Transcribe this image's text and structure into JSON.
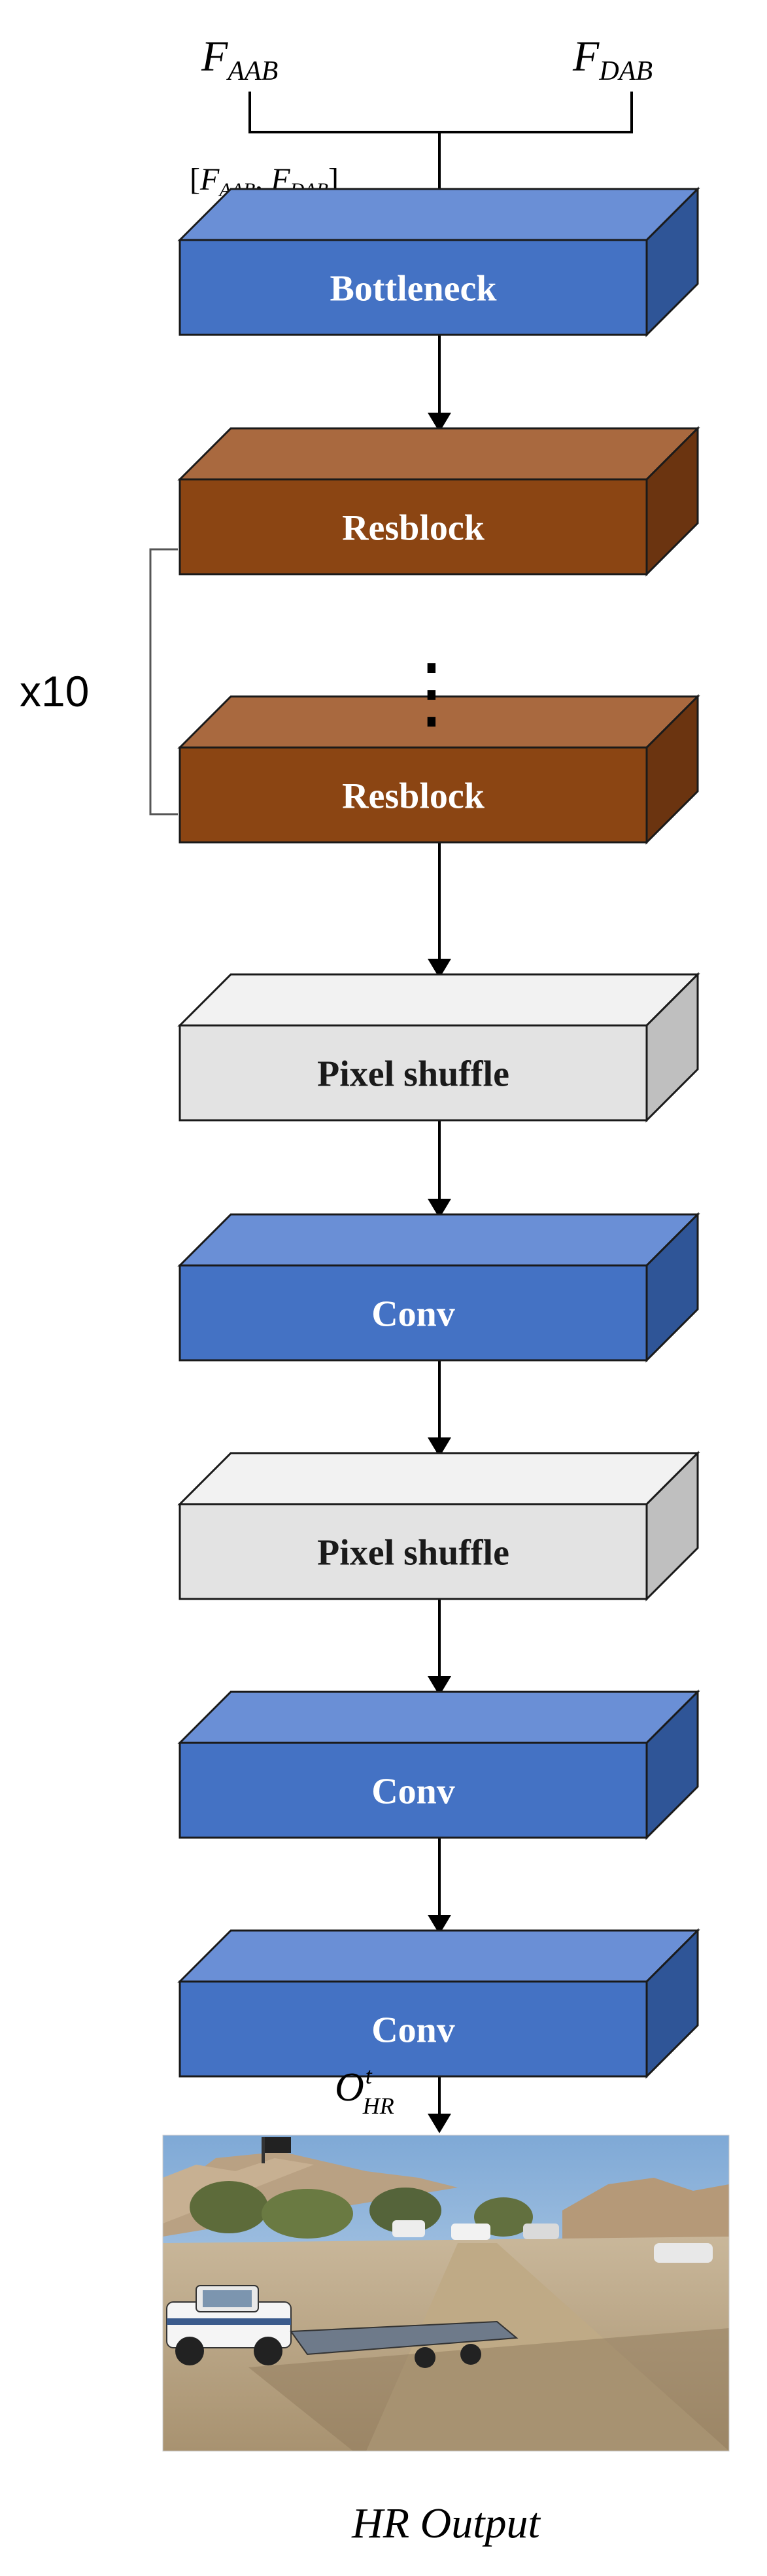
{
  "inputs": {
    "left": {
      "main": "F",
      "sub": "AAB"
    },
    "right": {
      "main": "F",
      "sub": "DAB"
    }
  },
  "concat": {
    "open": "[",
    "a_main": "F",
    "a_sub": "AAB",
    "sep": ", ",
    "b_main": "F",
    "b_sub": "DAB",
    "close": "]"
  },
  "blocks": [
    {
      "label": "Bottleneck",
      "style": "blue"
    },
    {
      "label": "Resblock",
      "style": "brown"
    },
    {
      "label": "Resblock",
      "style": "brown"
    },
    {
      "label": "Pixel shuffle",
      "style": "gray"
    },
    {
      "label": "Conv",
      "style": "blue"
    },
    {
      "label": "Pixel shuffle",
      "style": "gray"
    },
    {
      "label": "Conv",
      "style": "blue"
    },
    {
      "label": "Conv",
      "style": "blue"
    }
  ],
  "repeat_label": "x10",
  "ellipsis_symbol": "⋮",
  "output_symbol": {
    "main": "O",
    "sup": "t",
    "sub": "HR"
  },
  "output_caption": "HR Output",
  "photo_description_icon": "scene-photo-icon",
  "colors": {
    "blue_front": "#4472C4",
    "blue_top": "#6A8FD6",
    "blue_side": "#2F5597",
    "brown_front": "#8B4513",
    "brown_top": "#A9693F",
    "brown_side": "#6B3410",
    "gray_front": "#E3E3E3",
    "gray_top": "#F2F2F2",
    "gray_side": "#BFBFBF"
  }
}
